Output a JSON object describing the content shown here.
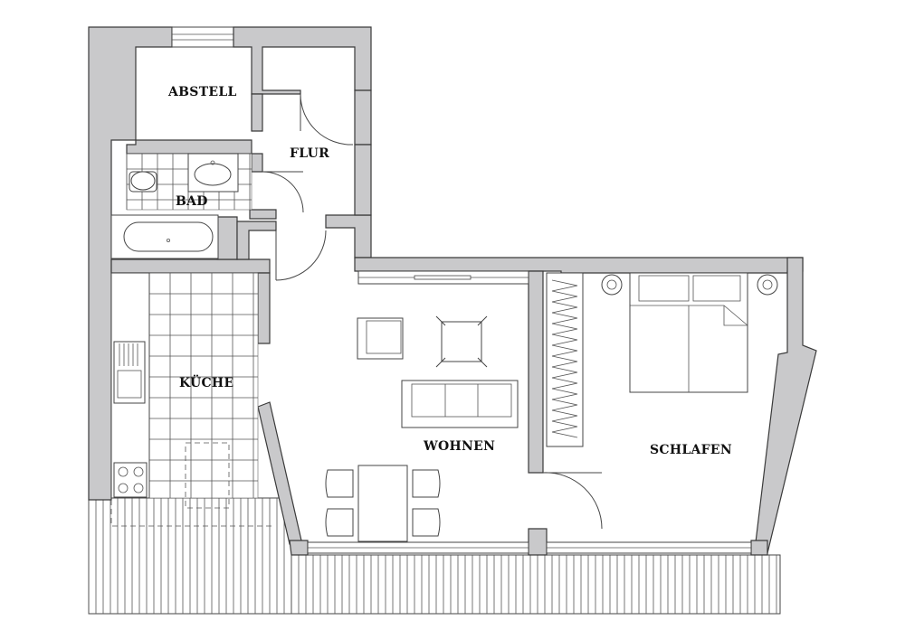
{
  "rooms": {
    "abstell": "ABSTELL",
    "flur": "FLUR",
    "bad": "BAD",
    "kueche": "KÜCHE",
    "wohnen": "WOHNEN",
    "schlafen": "SCHLAFEN"
  },
  "colors": {
    "wall_fill": "#c9c9cb",
    "line": "#444444",
    "background": "#ffffff"
  }
}
